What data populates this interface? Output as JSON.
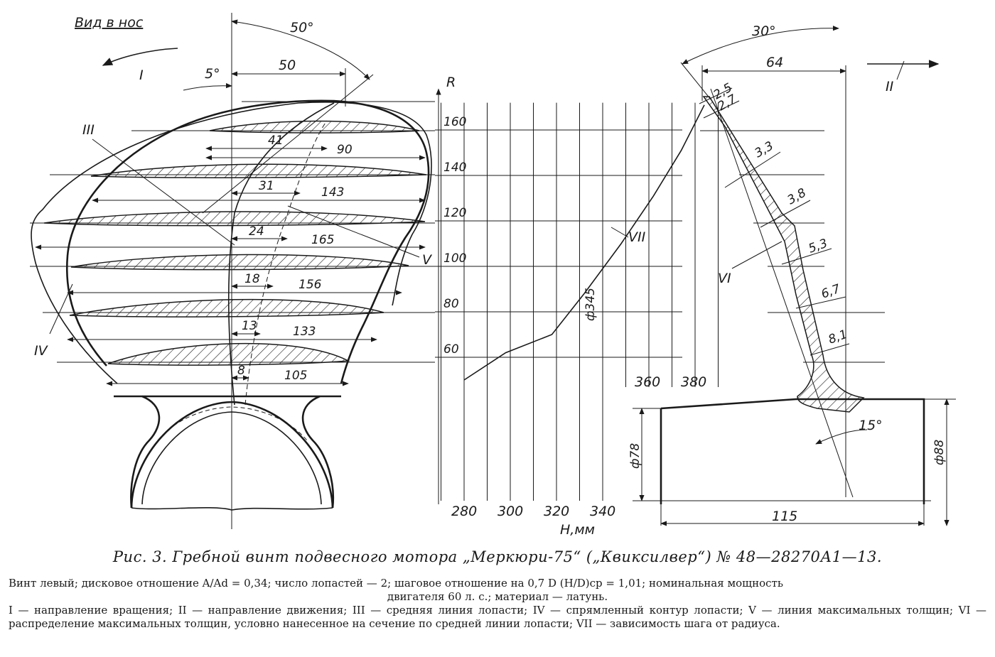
{
  "labels": {
    "view_title": "Вид в нос",
    "roman_I": "I",
    "roman_II": "II",
    "roman_III": "III",
    "roman_IV": "IV",
    "roman_V": "V",
    "roman_VI": "VI",
    "roman_VII": "VII",
    "angle_50": "50°",
    "angle_5": "5°",
    "angle_30": "30°",
    "angle_15": "15°",
    "dim_50": "50",
    "dim_64": "64",
    "dim_115": "115",
    "dia_78": "ф78",
    "dia_88": "ф88",
    "dia_345": "ф345",
    "axis_R": "R",
    "axis_H": "H,мм"
  },
  "section_dims": {
    "offsets": [
      "41",
      "31",
      "24",
      "18",
      "13",
      "8"
    ],
    "widths": [
      "90",
      "143",
      "165",
      "156",
      "133",
      "105"
    ]
  },
  "thickness": [
    "2,5",
    "2,7",
    "3,3",
    "3,8",
    "5,3",
    "6,7",
    "8,1"
  ],
  "chart_data": {
    "type": "line",
    "title": "",
    "xlabel": "H,мм",
    "ylabel": "R",
    "x_ticks_lower": [
      280,
      300,
      320,
      340
    ],
    "x_ticks_upper": [
      360,
      380
    ],
    "y_ticks": [
      60,
      80,
      100,
      120,
      140,
      160
    ],
    "series": [
      {
        "x": [
          280,
          298,
          318,
          332,
          348,
          362,
          374,
          384
        ],
        "y": [
          50,
          62,
          70,
          88,
          110,
          131,
          151,
          171
        ]
      }
    ]
  },
  "caption": "Рис. 3. Гребной винт подвесного мотора „Меркюри-75“ („Квиксилвер“) № 48—28270А1—13.",
  "notes": {
    "line1": "Винт левый; дисковое отношение A/Ad = 0,34; число лопастей — 2; шаговое отношение на 0,7 D (H/D)ср = 1,01; номинальная мощность",
    "line2": "двигателя 60 л. с.; материал — латунь.",
    "line3": "I — направление вращения; II — направление движения; III — средняя линия лопасти; IV — спрямленный контур лопасти; V — линия максимальных толщин; VI — распределение максимальных толщин, условно нанесенное на сечение по средней линии лопасти; VII — зависимость шага от радиуса."
  }
}
